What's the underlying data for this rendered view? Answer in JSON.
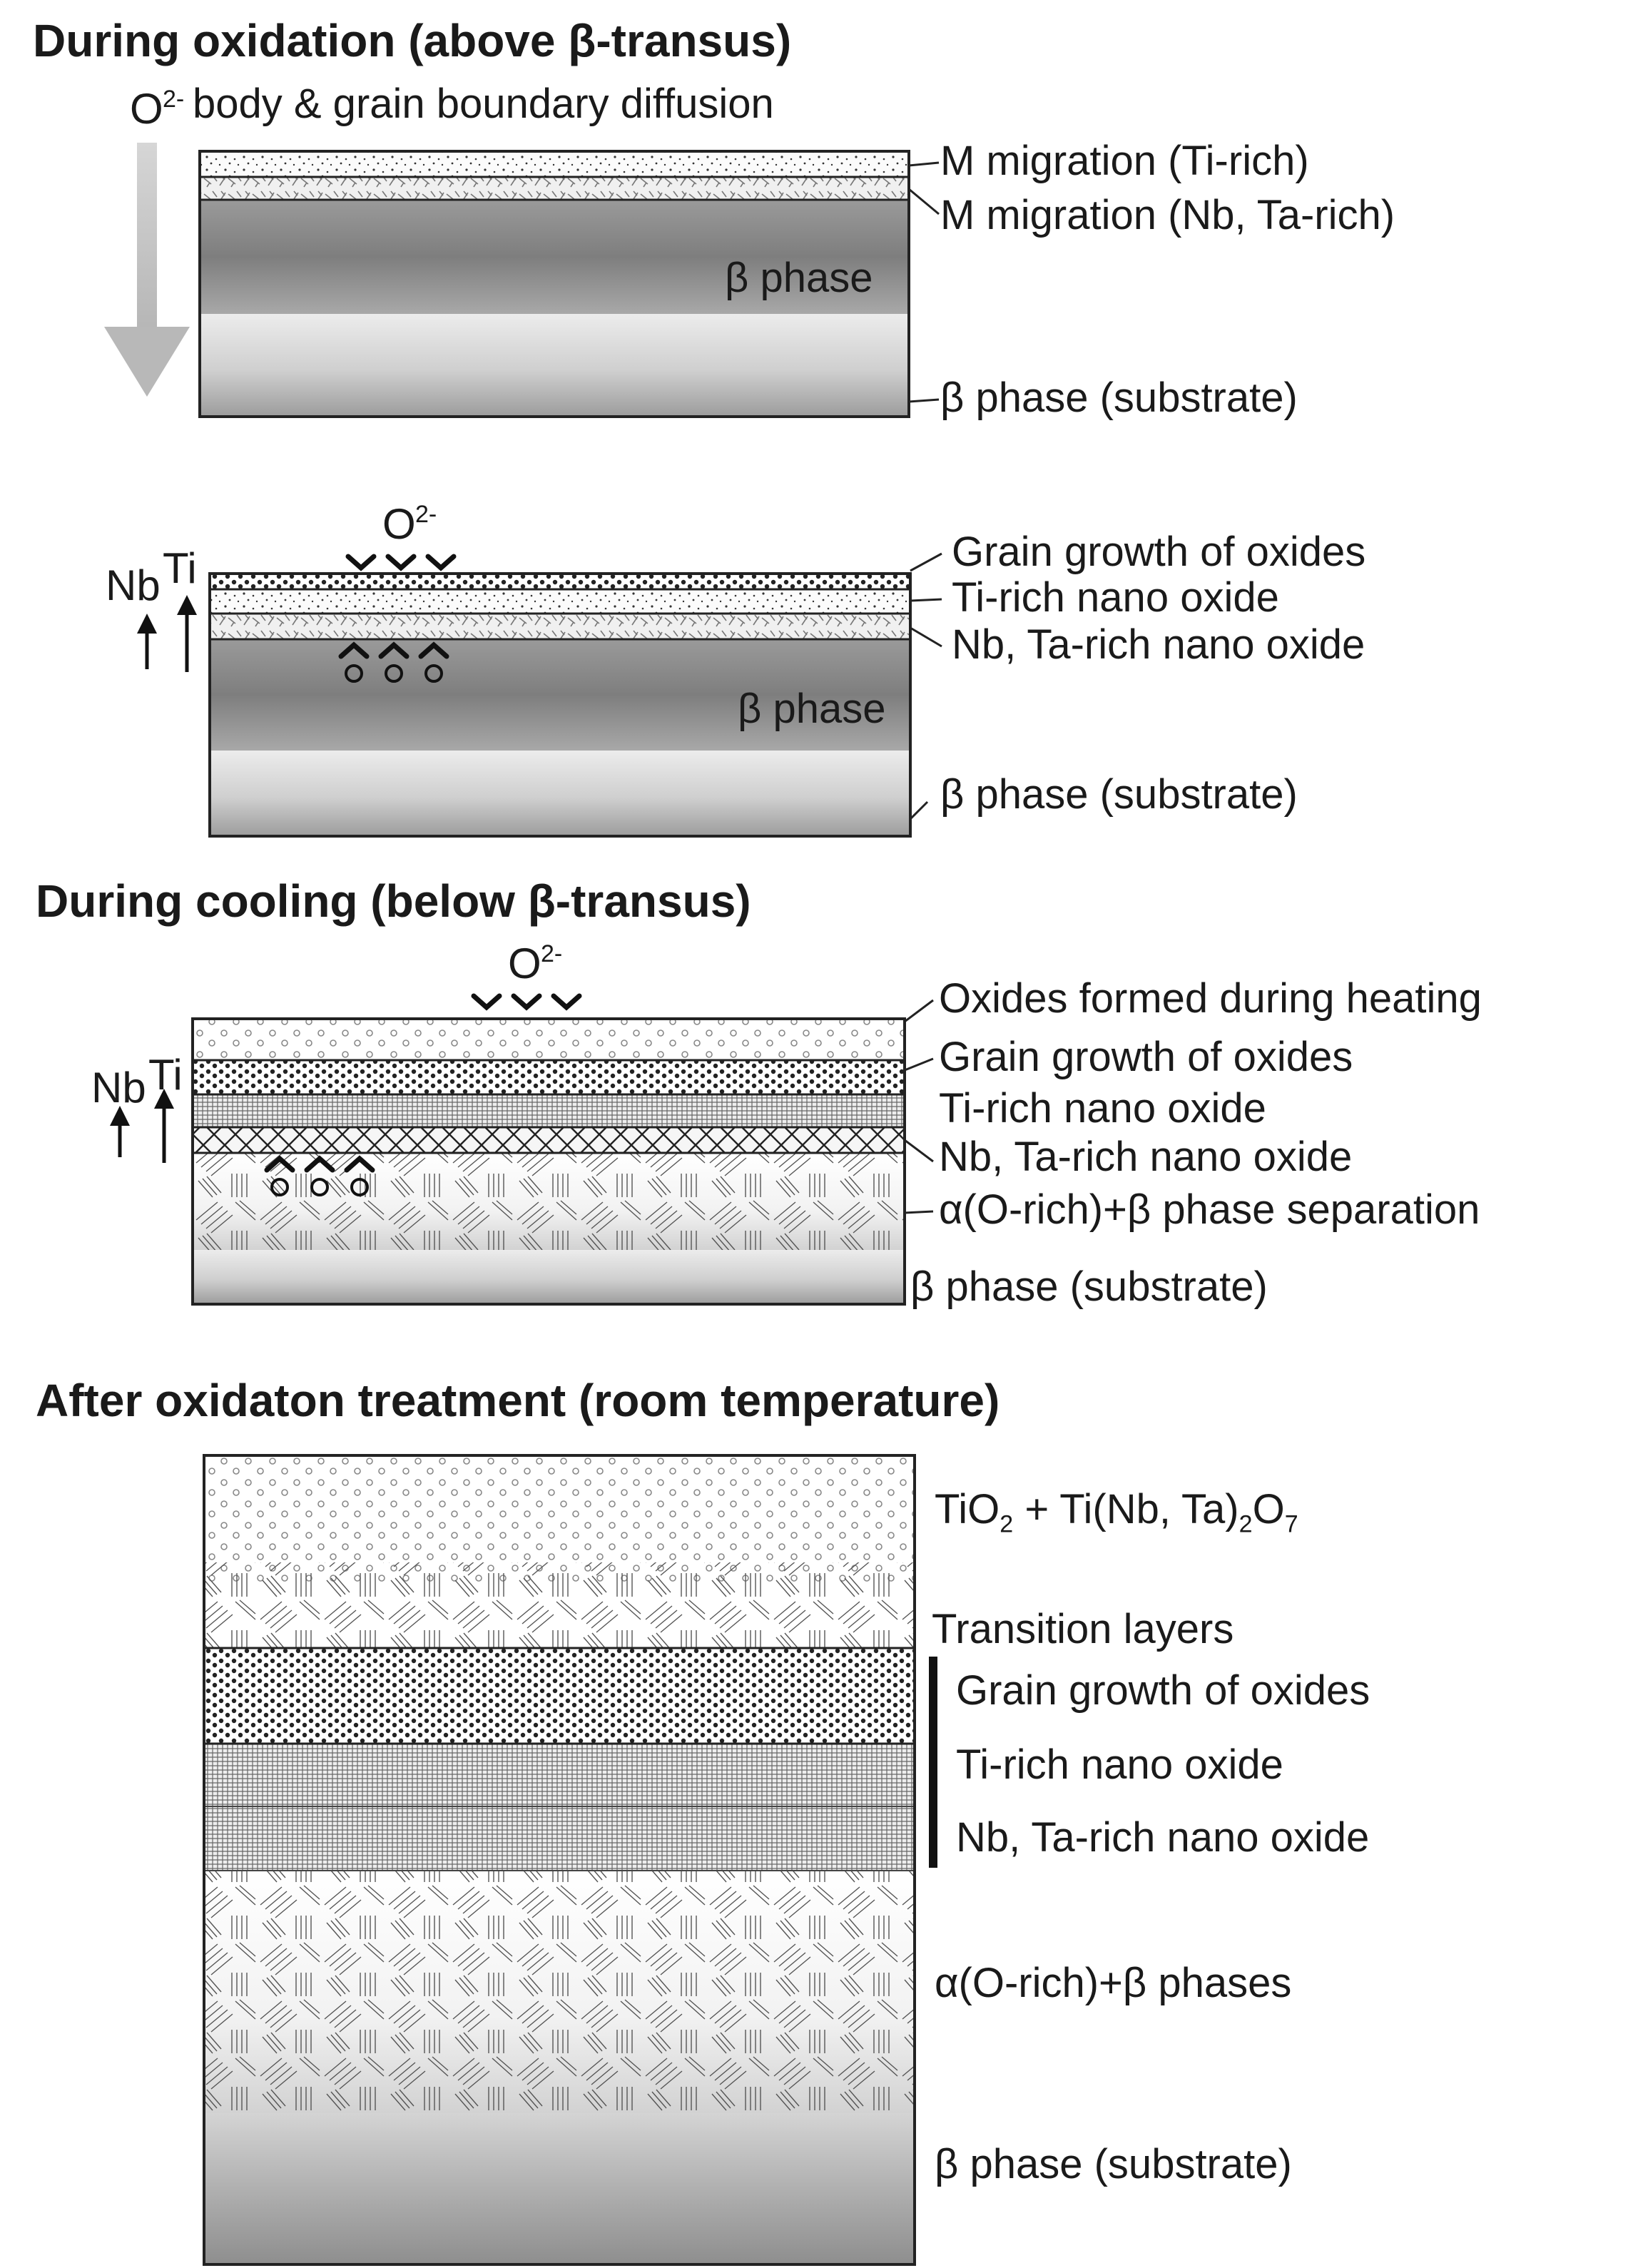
{
  "panel1": {
    "title": "During oxidation (above β-transus)",
    "o_symbol": "O",
    "o_sup": "2-",
    "diffusion_text": "body & grain boundary diffusion",
    "labels": [
      "M migration (Ti-rich)",
      "M migration (Nb, Ta-rich)",
      "β phase (substrate)"
    ],
    "inner_label": "β phase"
  },
  "panel2": {
    "o_symbol": "O",
    "o_sup": "2-",
    "nb": "Nb",
    "ti": "Ti",
    "labels": [
      "Grain growth of oxides",
      "Ti-rich nano oxide",
      "Nb, Ta-rich nano oxide",
      "β phase (substrate)"
    ],
    "inner_label": "β phase"
  },
  "panel3": {
    "title": "During cooling (below β-transus)",
    "o_symbol": "O",
    "o_sup": "2-",
    "nb": "Nb",
    "ti": "Ti",
    "labels": [
      "Oxides formed during heating",
      "Grain growth of oxides",
      "Ti-rich nano oxide",
      "Nb, Ta-rich nano oxide",
      "α(O-rich)+β phase separation",
      "β phase (substrate)"
    ]
  },
  "panel4": {
    "title": "After oxidaton treatment (room temperature)",
    "top_label": {
      "a": "TiO",
      "s1": "2",
      "b": " + Ti(Nb, Ta)",
      "s2": "2",
      "c": "O",
      "s3": "7"
    },
    "transition_label": "Transition layers",
    "labels": [
      "Grain growth of oxides",
      "Ti-rich nano oxide",
      "Nb, Ta-rich nano oxide",
      "α(O-rich)+β phases",
      "β phase (substrate)"
    ]
  }
}
